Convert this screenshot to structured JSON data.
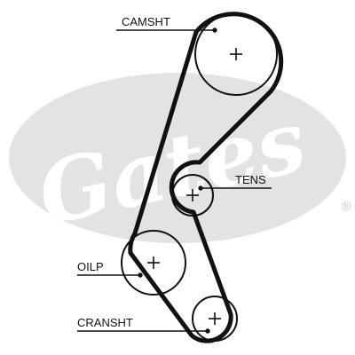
{
  "watermark": {
    "brand": "Gates",
    "registered_mark": "®",
    "color": "#e3e3e3"
  },
  "colors": {
    "belt": "#111111",
    "pulley": "#111111",
    "leader": "#111111",
    "text": "#111111"
  },
  "labels": {
    "camshaft": "CAMSHT",
    "tensioner": "TENS",
    "oil_pump": "OILP",
    "crankshaft": "CRANSHT"
  }
}
